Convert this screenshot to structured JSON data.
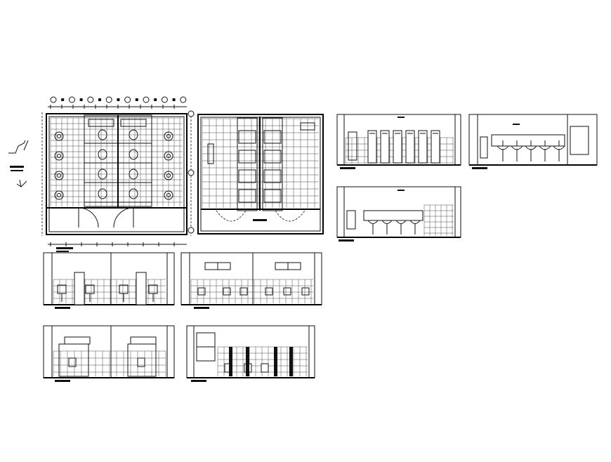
{
  "drawing": {
    "background": "#ffffff",
    "line_color": "#111111",
    "views": [
      {
        "id": "floor-plan",
        "kind": "plan"
      },
      {
        "id": "ceiling-plan",
        "kind": "plan"
      },
      {
        "id": "elevation-partitions",
        "kind": "elevation"
      },
      {
        "id": "elevation-lavatories",
        "kind": "elevation"
      },
      {
        "id": "elevation-vanity-tiled",
        "kind": "elevation"
      },
      {
        "id": "elevation-a",
        "kind": "elevation"
      },
      {
        "id": "elevation-b",
        "kind": "elevation"
      },
      {
        "id": "elevation-c",
        "kind": "elevation"
      },
      {
        "id": "elevation-urinals",
        "kind": "elevation"
      }
    ],
    "grid_bubbles_top": [
      "",
      "",
      "",
      "",
      "",
      "",
      "",
      "",
      "",
      "",
      "",
      "",
      "",
      "",
      ""
    ]
  }
}
